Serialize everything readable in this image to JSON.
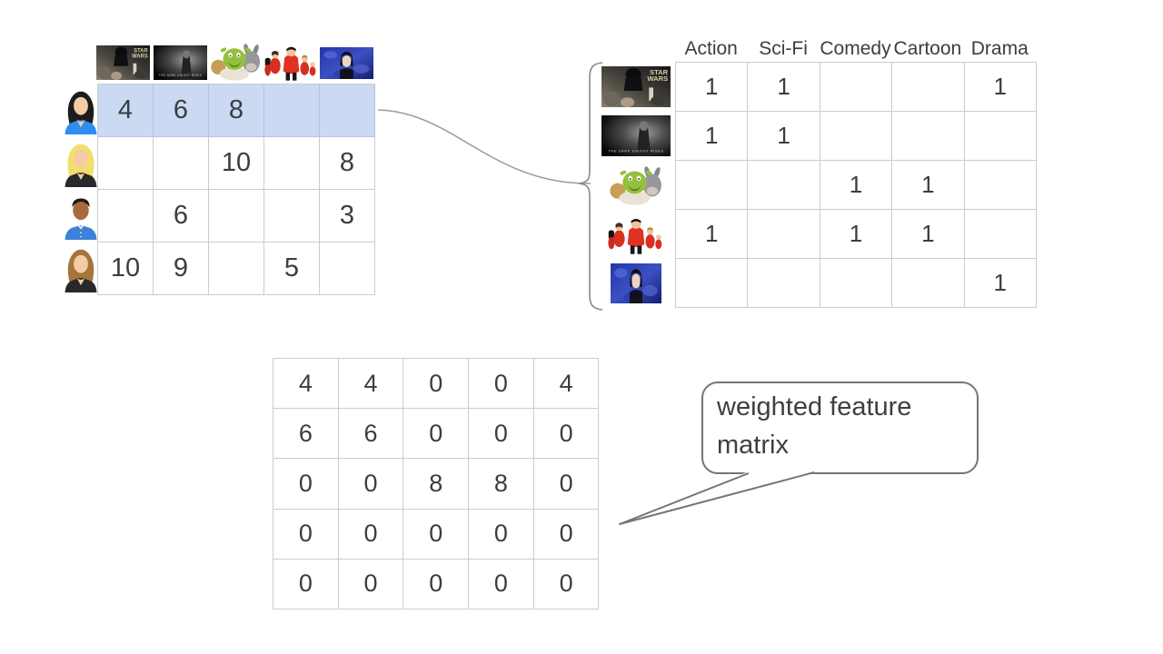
{
  "ratings_matrix": {
    "users": [
      "woman-dark-hair",
      "woman-blonde",
      "man-blue-shirt",
      "woman-brown-hair"
    ],
    "movies": [
      "star-wars",
      "the-dark-knight-rises",
      "shrek",
      "the-incredibles",
      "drama-film"
    ],
    "rows": [
      [
        "4",
        "6",
        "8",
        "",
        ""
      ],
      [
        "",
        "",
        "10",
        "",
        "8"
      ],
      [
        "",
        "6",
        "",
        "",
        "3"
      ],
      [
        "10",
        "9",
        "",
        "5",
        ""
      ]
    ],
    "highlighted_row": 0
  },
  "feature_matrix": {
    "columns": [
      "Action",
      "Sci-Fi",
      "Comedy",
      "Cartoon",
      "Drama"
    ],
    "movies": [
      "star-wars",
      "the-dark-knight-rises",
      "shrek",
      "the-incredibles",
      "drama-film"
    ],
    "rows": [
      [
        "1",
        "1",
        "",
        "",
        "1"
      ],
      [
        "1",
        "1",
        "",
        "",
        ""
      ],
      [
        "",
        "",
        "1",
        "1",
        ""
      ],
      [
        "1",
        "",
        "1",
        "1",
        ""
      ],
      [
        "",
        "",
        "",
        "",
        "1"
      ]
    ]
  },
  "weighted_matrix": {
    "rows": [
      [
        "4",
        "4",
        "0",
        "0",
        "4"
      ],
      [
        "6",
        "6",
        "0",
        "0",
        "0"
      ],
      [
        "0",
        "0",
        "8",
        "8",
        "0"
      ],
      [
        "0",
        "0",
        "0",
        "0",
        "0"
      ],
      [
        "0",
        "0",
        "0",
        "0",
        "0"
      ]
    ]
  },
  "callout": {
    "text": "weighted feature matrix"
  },
  "colors": {
    "highlight_row": "#ccd9f2",
    "grid_border": "#c9ccd1",
    "callout_border": "#757575",
    "connector": "#9a9a9a",
    "text": "#3a3d42"
  }
}
